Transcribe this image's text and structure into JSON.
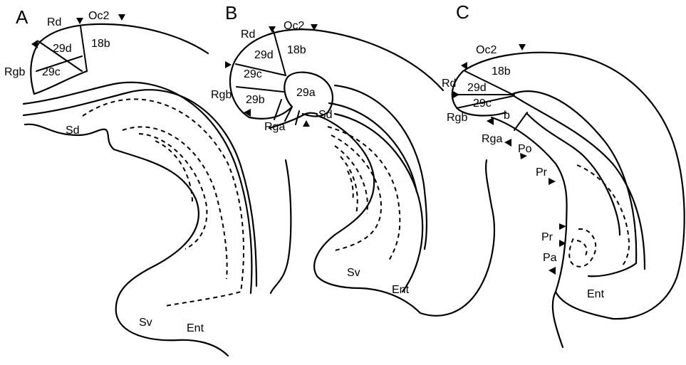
{
  "panels": [
    {
      "letter": "A",
      "labels": {
        "rd": "Rd",
        "oc2": "Oc2",
        "rgb": "Rgb",
        "r29d": "29d",
        "r29c": "29c",
        "r18b": "18b",
        "sd": "Sd",
        "sv": "Sv",
        "ent": "Ent"
      }
    },
    {
      "letter": "B",
      "labels": {
        "rd": "Rd",
        "oc2": "Oc2",
        "rgb": "Rgb",
        "r29d": "29d",
        "r29c": "29c",
        "r18b": "18b",
        "r29b": "29b",
        "r29a": "29a",
        "rga": "Rga",
        "sd": "Sd",
        "sv": "Sv",
        "ent": "Ent"
      }
    },
    {
      "letter": "C",
      "labels": {
        "oc2": "Oc2",
        "r18b": "18b",
        "rd": "Rd",
        "r29d": "29d",
        "r29c": "29c",
        "rgb": "Rgb",
        "b": "b",
        "rga": "Rga",
        "po": "Po",
        "pr1": "Pr",
        "pr2": "Pr",
        "pa": "Pa",
        "ent": "Ent"
      }
    }
  ],
  "arrow_icon": "triangle-marker-icon"
}
